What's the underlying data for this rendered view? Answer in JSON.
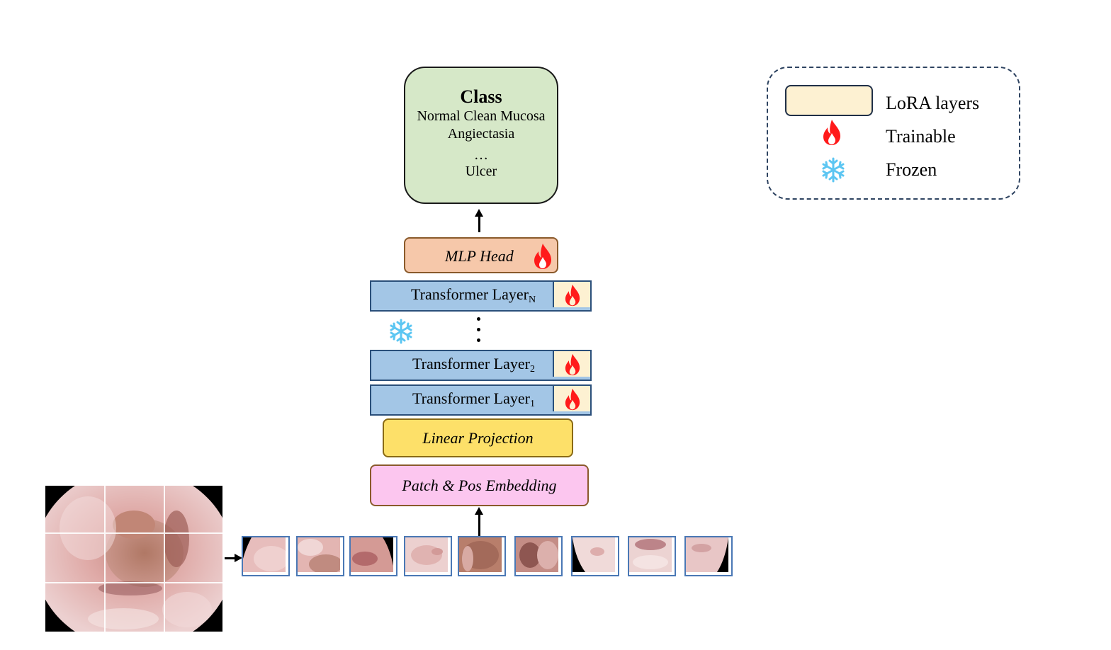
{
  "class_box": {
    "title": "Class",
    "items": [
      "Normal Clean Mucosa",
      "Angiectasia"
    ],
    "ellipsis": "…",
    "last_item": "Ulcer"
  },
  "mlp_head": {
    "label": "MLP Head"
  },
  "transformer_layers": [
    {
      "label": "Transformer Layer",
      "subscript": "N"
    },
    {
      "label": "Transformer Layer",
      "subscript": "2"
    },
    {
      "label": "Transformer Layer",
      "subscript": "1"
    }
  ],
  "linear_projection": {
    "label": "Linear Projection"
  },
  "patch_embedding": {
    "label": "Patch & Pos Embedding"
  },
  "legend": {
    "lora": "LoRA layers",
    "trainable": "Trainable",
    "frozen": "Frozen"
  },
  "colors": {
    "class_box": "#d6e8c8",
    "mlp_head": "#f6c8aa",
    "transformer_layer": "#a3c6e6",
    "lora": "#fdf1d2",
    "linear_projection": "#fde069",
    "patch_embedding": "#fcc6ef",
    "flame": "#ff1a1a",
    "snowflake": "#5cc6f2"
  },
  "icons": {
    "trainable": "flame-icon",
    "frozen": "snowflake-icon"
  },
  "patch_count": 9
}
